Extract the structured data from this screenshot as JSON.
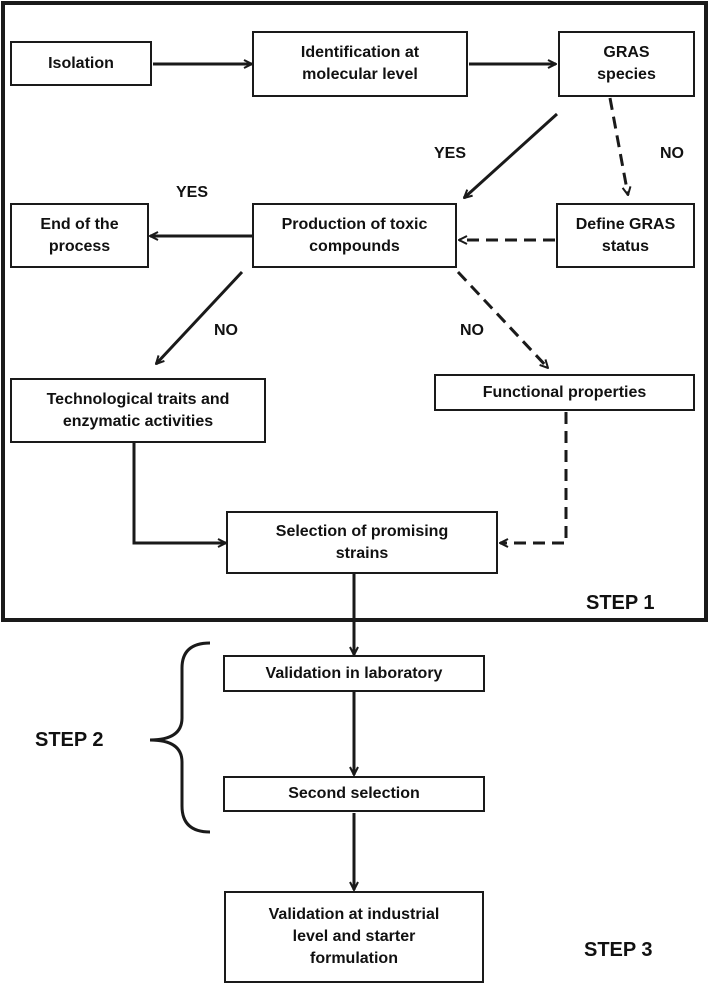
{
  "nodes": {
    "isolation": "Isolation",
    "identification": "Identification at\nmolecular level",
    "gras_species": "GRAS\nspecies",
    "end_process": "End of the\nprocess",
    "toxic": "Production of toxic\ncompounds",
    "define_gras": "Define GRAS\nstatus",
    "tech_traits": "Technological traits and\nenzymatic activities",
    "functional": "Functional properties",
    "selection": "Selection of promising\nstrains",
    "validation_lab": "Validation in laboratory",
    "second_selection": "Second selection",
    "validation_industrial": "Validation at industrial\nlevel and starter\nformulation"
  },
  "edge_labels": {
    "gras_yes": "YES",
    "gras_no": "NO",
    "toxic_yes": "YES",
    "toxic_no_left": "NO",
    "toxic_no_right": "NO"
  },
  "steps": {
    "step1": "STEP 1",
    "step2": "STEP 2",
    "step3": "STEP 3"
  }
}
